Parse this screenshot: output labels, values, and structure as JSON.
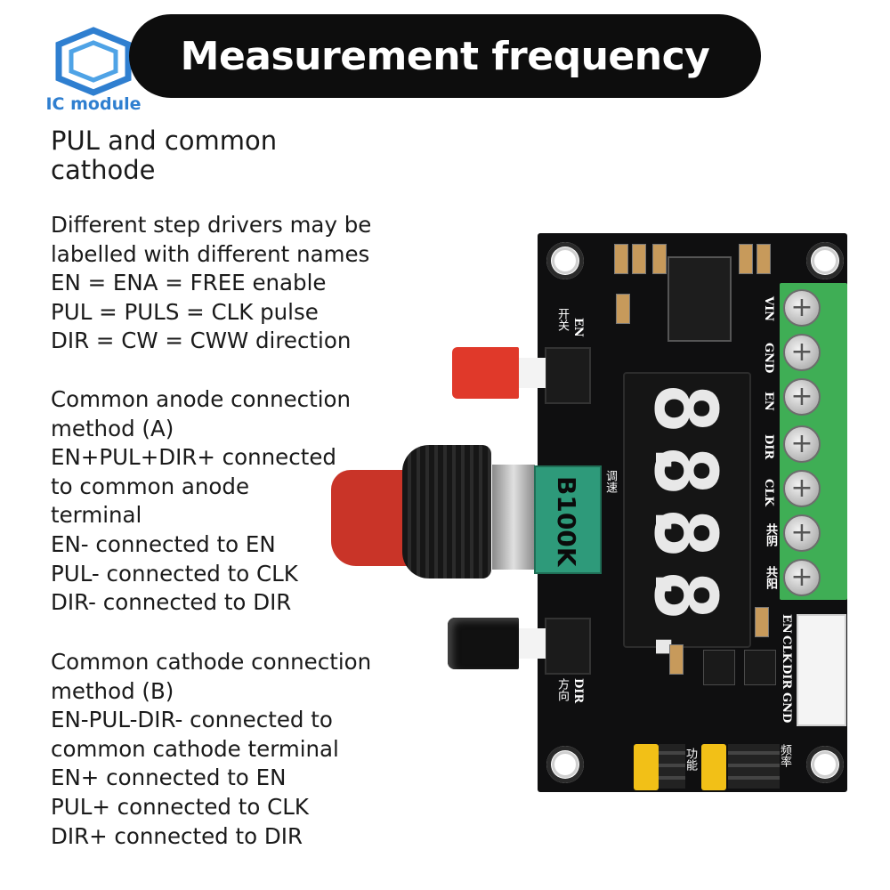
{
  "logo": {
    "text": "IC module",
    "icon": "hexagon-icon",
    "color": "#2f7fd0"
  },
  "title": "Measurement frequency",
  "subhead": [
    "PUL and common",
    "cathode"
  ],
  "paragraphs": {
    "p1": [
      "Different step drivers may be",
      "labelled with different names",
      "EN = ENA = FREE enable",
      "PUL = PULS = CLK pulse",
      "DIR = CW = CWW direction"
    ],
    "p2": [
      "Common anode connection",
      "method (A)",
      "EN+PUL+DIR+ connected",
      "to common anode",
      "terminal",
      "EN- connected to EN",
      "PUL- connected to CLK",
      "DIR- connected to DIR"
    ],
    "p3": [
      "Common cathode connection",
      "method (B)",
      "EN-PUL-DIR- connected to",
      "common cathode terminal",
      "EN+ connected to EN",
      "PUL+ connected to CLK",
      "DIR+ connected to DIR"
    ]
  },
  "board": {
    "terminal_labels": [
      "VIN",
      "GND",
      "EN",
      "DIR",
      "CLK",
      "共阴",
      "共阳"
    ],
    "connector_labels": [
      "EN",
      "CLK",
      "DIR",
      "GND"
    ],
    "switch_en_label": "EN",
    "switch_en_cn": "开关",
    "switch_dir_label": "DIR",
    "switch_dir_cn": "方向",
    "pot_label": "B100K",
    "pot_cn": "调速",
    "display_digits": [
      "8.",
      "8.",
      "8.",
      "8."
    ],
    "jumper_left_cn": "功能",
    "jumper_right_cn": "频率",
    "colors": {
      "terminal": "#3fae55",
      "board": "#0f0f10",
      "jumper": "#f2c017",
      "red_button": "#e0392a",
      "pot": "#2e9a7a"
    }
  }
}
